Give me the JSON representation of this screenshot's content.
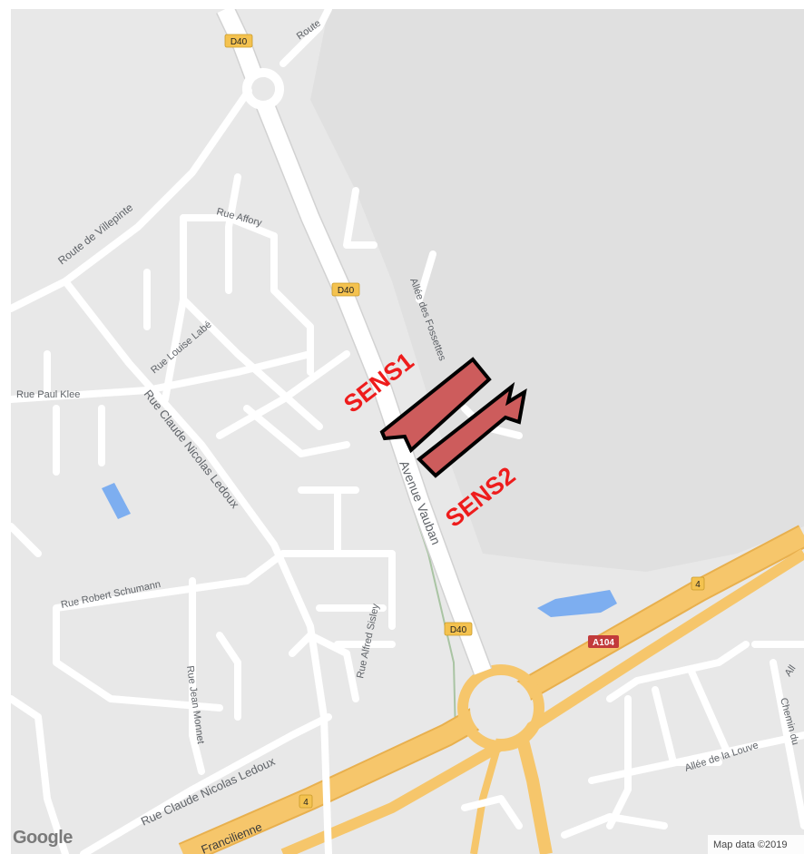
{
  "map": {
    "streets": {
      "route_top": "Route",
      "route_de_villepinte": "Route de Villepinte",
      "rue_affory": "Rue Affory",
      "allee_des_fossettes": "Allée des Fossettes",
      "rue_louise_labe": "Rue Louise Labé",
      "rue_paul_klee": "Rue Paul Klee",
      "rue_claude_nicolas_ledoux_1": "Rue Claude Nicolas Ledoux",
      "avenue_vauban": "Avenue Vauban",
      "rue_robert_schumann": "Rue Robert Schumann",
      "rue_alfred_sisley": "Rue Alfred Sisley",
      "rue_jean_monnet": "Rue Jean Monnet",
      "rue_claude_nicolas_ledoux_2": "Rue Claude Nicolas Ledoux",
      "francilienne": "Francilienne",
      "allee_de_la_louve": "Allée de la Louve",
      "chemin_du": "Chemin du",
      "all_partial": "All"
    },
    "shields": {
      "d40_top": "D40",
      "d40_mid": "D40",
      "d40_bottom": "D40",
      "a104": "A104",
      "n4_right": "4",
      "n4_bottom": "4"
    },
    "annotations": {
      "sens1": "SENS1",
      "sens2": "SENS2",
      "arrow_color": "#cd5c5c",
      "label_color": "#ee1c1c"
    },
    "colors": {
      "land": "#e8e8e8",
      "road": "#ffffff",
      "highway": "#f6c66b",
      "water": "#7daef0",
      "industrial": "#dcdcdc"
    }
  },
  "branding": {
    "logo": "Google",
    "attribution": "Map data ©2019"
  }
}
